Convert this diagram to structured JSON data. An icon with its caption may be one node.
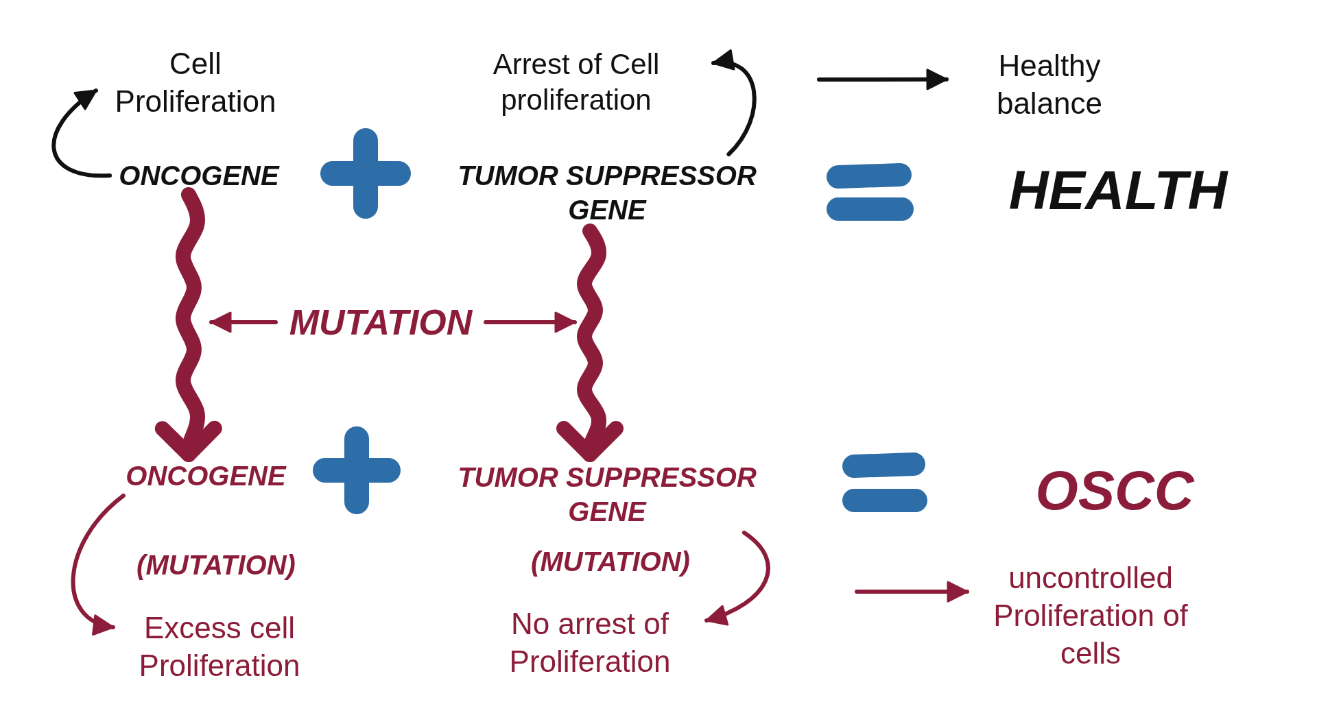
{
  "diagram": {
    "nodes": [
      {
        "text": [
          "Cell Proliferation"
        ]
      },
      {
        "text": [
          "ONCOGENE"
        ]
      },
      {
        "text": [
          "Arrest of Cell proliferation"
        ]
      },
      {
        "text": [
          "TUMOR SUPPRESSOR GENE"
        ]
      },
      {
        "text": [
          "Healthy balance"
        ]
      },
      {
        "text": [
          "HEALTH"
        ]
      },
      {
        "text": [
          "MUTATION"
        ]
      },
      {
        "text": [
          "ONCOGENE"
        ]
      },
      {
        "text": [
          "TUMOR SUPPRESSOR GENE"
        ]
      },
      {
        "text": [
          "OSCC"
        ]
      },
      {
        "text": [
          "Excess cell Proliferation"
        ]
      },
      {
        "text": [
          "No arrest of Proliferation"
        ]
      },
      {
        "text": [
          "uncontrolled Proliferation of cells"
        ]
      }
    ],
    "edges": [
      {
        "from": 1,
        "to": 0,
        "arrow": "to",
        "color": "#111111"
      },
      {
        "from": 3,
        "to": 2,
        "arrow": "to",
        "color": "#111111"
      },
      {
        "from": null,
        "to": 4,
        "arrow": "to",
        "color": "#111111"
      },
      {
        "from": 1,
        "to": 7,
        "arrow": "to",
        "style": "thick"
      },
      {
        "from": 3,
        "to": 8,
        "arrow": "to",
        "style": "thick"
      },
      {
        "from": 6,
        "to": null,
        "arrow": "to"
      },
      {
        "from": 6,
        "to": null,
        "arrow": "to"
      },
      {
        "from": 7,
        "to": 10,
        "arrow": "to"
      },
      {
        "from": 8,
        "to": 11,
        "arrow": "to"
      },
      {
        "from": null,
        "to": 12,
        "arrow": "to"
      }
    ],
    "labels": [
      "(MUTATION)",
      "(MUTATION)"
    ]
  }
}
